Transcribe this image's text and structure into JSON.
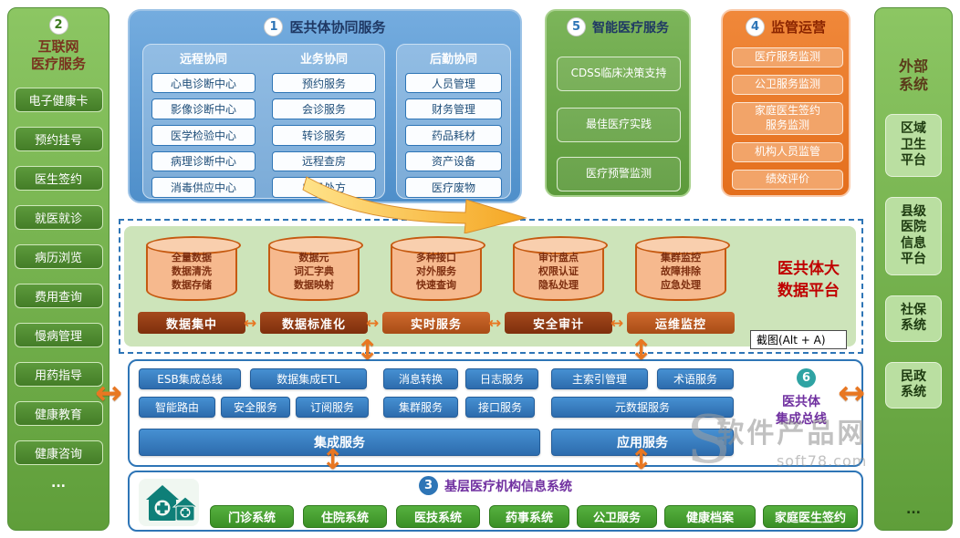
{
  "colors": {
    "panel_blue": "#5b9bd5",
    "panel_green": "#6aad4e",
    "panel_orange": "#ed7d31",
    "sidebar_green": "#6fae47",
    "button_blue": "#2e75b6",
    "button_green": "#47a133",
    "cylinder_orange": "#f6b98e",
    "label_dark_red": "#8e3a13",
    "title_red": "#c00000",
    "title_purple": "#7030a0",
    "arrow_orange": "#e87722"
  },
  "icons": {
    "h_arrow": "↔",
    "v_arrow": "↕"
  },
  "left_sidebar": {
    "badge": "2",
    "title": "互联网\n医疗服务",
    "items": [
      "电子健康卡",
      "预约挂号",
      "医生签约",
      "就医就诊",
      "病历浏览",
      "费用查询",
      "慢病管理",
      "用药指导",
      "健康教育",
      "健康咨询"
    ],
    "more": "..."
  },
  "collab": {
    "badge": "1",
    "title": "医共体协同服务",
    "groups": [
      {
        "header": "远程协同",
        "items": [
          "心电诊断中心",
          "影像诊断中心",
          "医学检验中心",
          "病理诊断中心",
          "消毒供应中心"
        ]
      },
      {
        "header": "业务协同",
        "items": [
          "预约服务",
          "会诊服务",
          "转诊服务",
          "远程查房",
          "电子处方"
        ]
      },
      {
        "header": "后勤协同",
        "items": [
          "人员管理",
          "财务管理",
          "药品耗材",
          "资产设备",
          "医疗废物"
        ]
      }
    ]
  },
  "smart": {
    "badge": "5",
    "title": "智能医疗服务",
    "items": [
      "CDSS临床决策支持",
      "最佳医疗实践",
      "医疗预警监测"
    ]
  },
  "supervision": {
    "badge": "4",
    "title": "监管运营",
    "items": [
      "医疗服务监测",
      "公卫服务监测",
      "家庭医生签约\n服务监测",
      "机构人员监管",
      "绩效评价"
    ]
  },
  "right_sidebar": {
    "title": "外部\n系统",
    "items": [
      "区域\n卫生\n平台",
      "县级\n医院\n信息\n平台",
      "社保\n系统",
      "民政\n系统"
    ],
    "more": "..."
  },
  "bigdata": {
    "title": "医共体大\n数据平台",
    "cylinders": [
      {
        "lines": "全量数据\n数据清洗\n数据存储",
        "label": "数据集中"
      },
      {
        "lines": "数据元\n词汇字典\n数据映射",
        "label": "数据标准化"
      },
      {
        "lines": "多种接口\n对外服务\n快速查询",
        "label": "实时服务"
      },
      {
        "lines": "审计盘点\n权限认证\n隐私处理",
        "label": "安全审计"
      },
      {
        "lines": "集群监控\n故障排除\n应急处理",
        "label": "运维监控"
      }
    ]
  },
  "tooltip": "截图(Alt + A)",
  "bus": {
    "badge": "6",
    "title": "医共体\n集成总线",
    "row1": [
      "ESB集成总线",
      "数据集成ETL",
      "消息转换",
      "日志服务",
      "主索引管理",
      "术语服务"
    ],
    "row2": [
      "智能路由",
      "安全服务",
      "订阅服务",
      "集群服务",
      "接口服务",
      "元数据服务"
    ],
    "big": [
      "集成服务",
      "应用服务"
    ]
  },
  "base": {
    "badge": "3",
    "title": "基层医疗机构信息系统",
    "items": [
      "门诊系统",
      "住院系统",
      "医技系统",
      "药事系统",
      "公卫服务",
      "健康档案",
      "家庭医生签约"
    ]
  },
  "watermark": {
    "s": "S",
    "cn": "软件产品网",
    "en": "soft78.com"
  }
}
